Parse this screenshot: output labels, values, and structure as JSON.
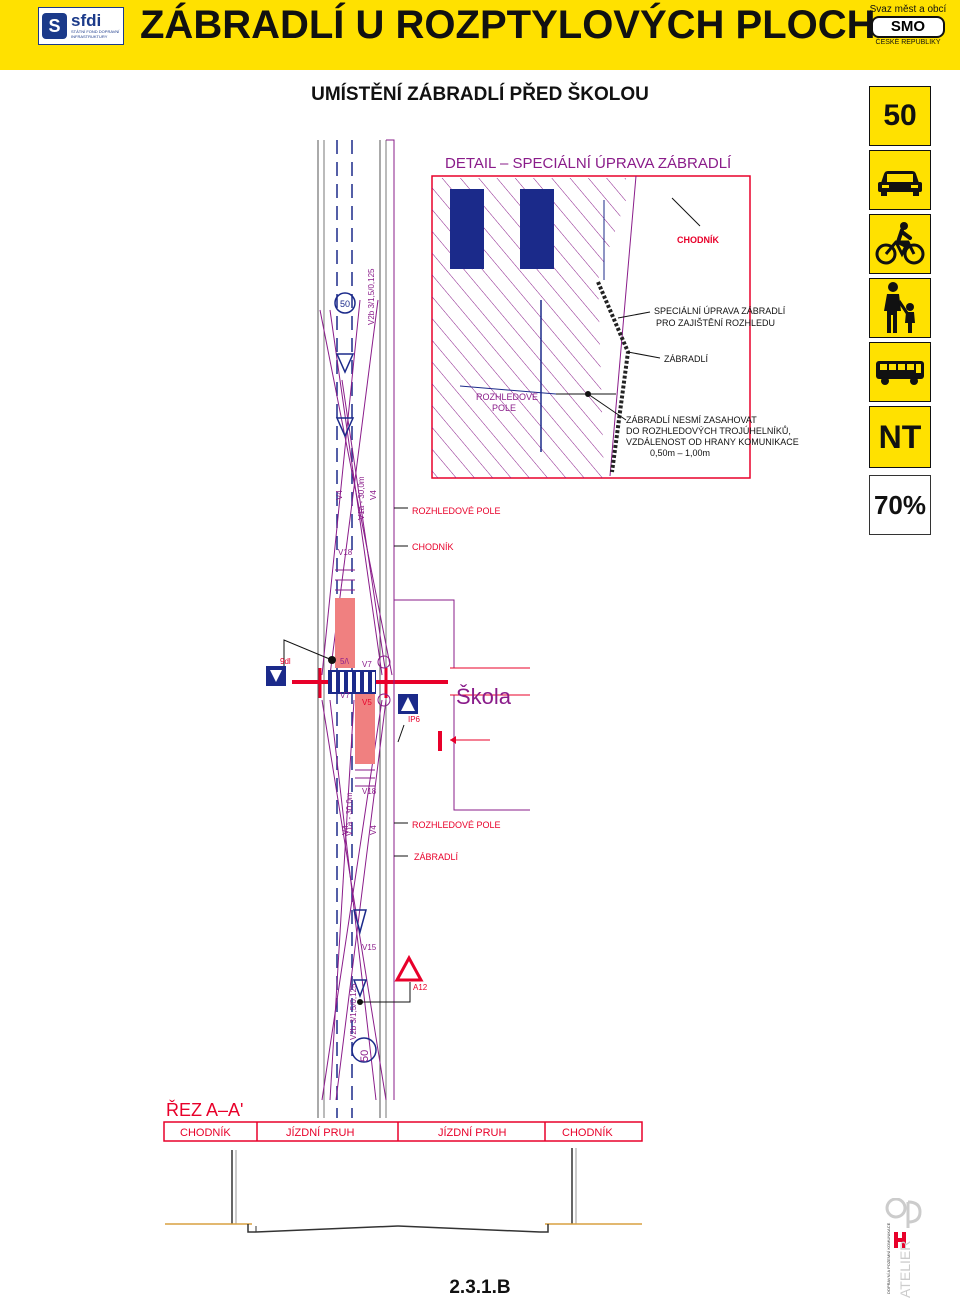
{
  "header": {
    "title": "ZÁBRADLÍ U ROZPTYLOVÝCH PLOCH",
    "logo_left": {
      "mark": "S",
      "name": "sfdi",
      "tagline": "STÁTNÍ FOND DOPRAVNÍ INFRASTRUKTURY"
    },
    "logo_right": {
      "top": "Svaz měst a obcí",
      "name": "SMO",
      "bottom": "ČESKÉ REPUBLIKY"
    }
  },
  "subtitle": "UMÍSTĚNÍ ZÁBRADLÍ PŘED ŠKOLOU",
  "sidebar": {
    "speed": "50",
    "icons": [
      "car-icon",
      "bicycle-icon",
      "pedestrians-icon",
      "bus-icon"
    ],
    "nt": "NT",
    "percent": "70%"
  },
  "detail": {
    "title": "DETAIL – SPECIÁLNÍ ÚPRAVA ZÁBRADLÍ",
    "chodnik": "CHODNÍK",
    "special": [
      "SPECIÁLNÍ ÚPRAVA ZÁBRADLÍ",
      "PRO ZAJIŠTĚNÍ ROZHLEDU"
    ],
    "zabradli": "ZÁBRADLÍ",
    "rozhledove": [
      "ROZHLEDOVÉ",
      "POLE"
    ],
    "note": [
      "ZÁBRADLÍ NESMÍ ZASAHOVAT",
      "DO ROZHLEDOVÝCH TROJÚHELNÍKŮ,",
      "VZDÁLENOST OD HRANY KOMUNIKACE",
      "0,50m – 1,00m"
    ]
  },
  "plan": {
    "v2b_top": "V2b 3/1,5/0,125",
    "v4_left": "V4",
    "v1a_top": "V1a - 30,0m",
    "v4_right": "V4",
    "rozhledove_pole": "ROZHLEDOVÉ POLE",
    "v18_top": "V18",
    "chodnik": "CHODNÍK",
    "sign_9dl": "9dl",
    "label_5i": "5/\\",
    "v7_top": "V7",
    "v7_bottom": "V7",
    "v5": "V5",
    "ip6": "IP6",
    "skola": "Škola",
    "v18_bottom": "V18",
    "v4_left_b": "V4",
    "v1a_bottom": "V1a - 30,0m",
    "v4_right_b": "V4",
    "rozhledove_pole_b": "ROZHLEDOVÉ POLE",
    "zabradli": "ZÁBRADLÍ",
    "v15": "V15",
    "a12": "A12",
    "v2b_bottom": "V2b 3/1,5/0,125",
    "speed_circle": "50"
  },
  "section": {
    "title": "ŘEZ A–A'",
    "cells": [
      "CHODNÍK",
      "JÍZDNÍ PRUH",
      "JÍZDNÍ PRUH",
      "CHODNÍK"
    ]
  },
  "footer": {
    "code": "2.3.1.B",
    "atelier": "ATELIER",
    "atelier_sub": "DOPRAVNÍ A POZEMNÍ KOMUNIKACE"
  },
  "colors": {
    "yellow": "#ffe100",
    "red": "#e8002a",
    "purple": "#8a1c8a",
    "blue_sign": "#1b2a8a",
    "salmon": "#f08080"
  }
}
